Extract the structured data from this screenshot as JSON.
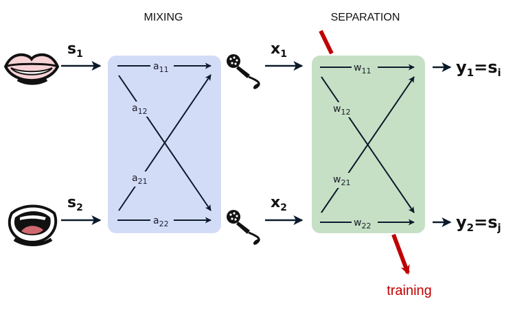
{
  "headers": {
    "mixing": "MIXING",
    "separation": "SEPARATION"
  },
  "sources": [
    {
      "base": "s",
      "sub": "1"
    },
    {
      "base": "s",
      "sub": "2"
    }
  ],
  "mixtures": [
    {
      "base": "x",
      "sub": "1"
    },
    {
      "base": "x",
      "sub": "2"
    }
  ],
  "mixing_coefficients": {
    "a11": {
      "base": "a",
      "sub": "11"
    },
    "a12": {
      "base": "a",
      "sub": "12"
    },
    "a21": {
      "base": "a",
      "sub": "21"
    },
    "a22": {
      "base": "a",
      "sub": "22"
    }
  },
  "separation_weights": {
    "w11": {
      "base": "w",
      "sub": "11"
    },
    "w12": {
      "base": "w",
      "sub": "12"
    },
    "w21": {
      "base": "w",
      "sub": "21"
    },
    "w22": {
      "base": "w",
      "sub": "22"
    }
  },
  "outputs": [
    {
      "y": "y",
      "ysub": "1",
      "eq": "=",
      "s": "s",
      "ssub": "i"
    },
    {
      "y": "y",
      "ysub": "2",
      "eq": "=",
      "s": "s",
      "ssub": "j"
    }
  ],
  "training_label": "training",
  "colors": {
    "mixing_box": "#d3dcf7",
    "separation_box": "#c6e0c5",
    "training": "#c00000",
    "arrow": "#0a1a2a"
  },
  "icons": {
    "mouth_1": "smiling-mouth-icon",
    "mouth_2": "open-mouth-icon",
    "mic_1": "microphone-icon",
    "mic_2": "microphone-icon"
  }
}
